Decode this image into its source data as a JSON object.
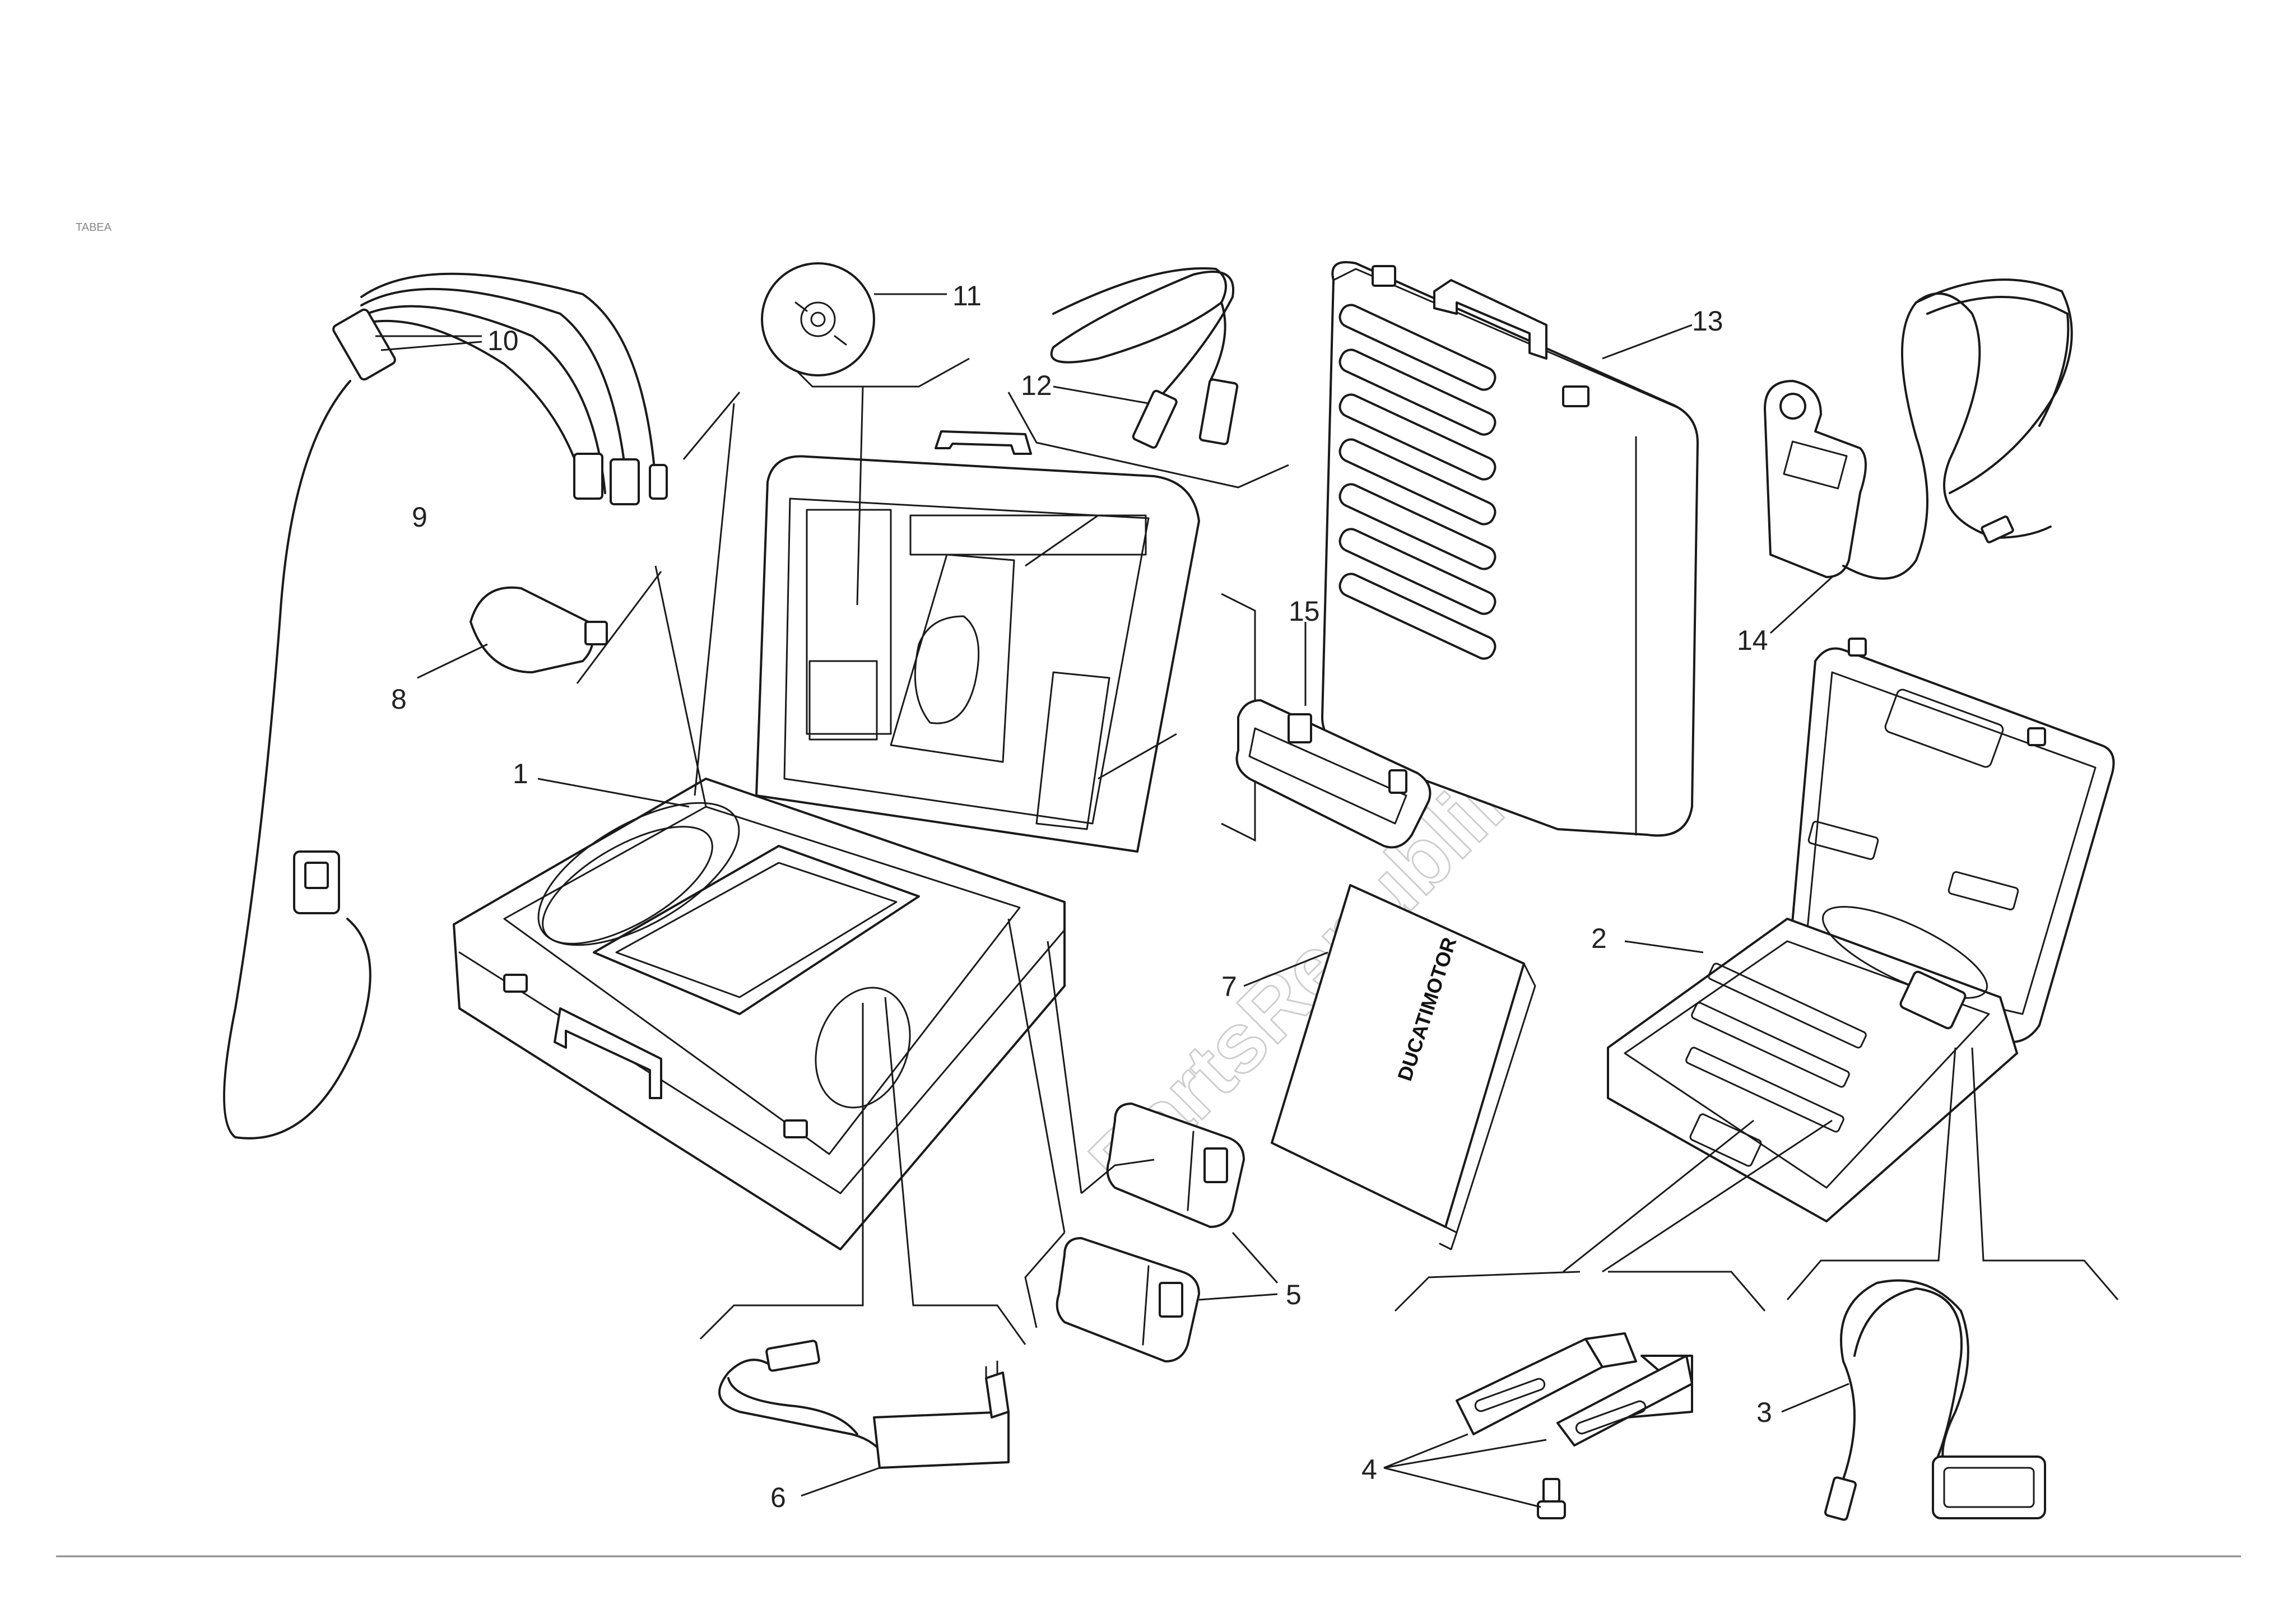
{
  "corner_label": "TABEA",
  "watermark": "PartsRepublik",
  "manual_cover_text": "DUCATIMOTOR",
  "callouts": [
    "1",
    "2",
    "3",
    "4",
    "5",
    "6",
    "7",
    "8",
    "9",
    "10",
    "11",
    "12",
    "13",
    "14",
    "15"
  ],
  "parts": [
    {
      "ref": "1",
      "item": "diagnostic-kit-case"
    },
    {
      "ref": "2",
      "item": "secondary-case"
    },
    {
      "ref": "3",
      "item": "cable-with-interface"
    },
    {
      "ref": "4",
      "item": "brackets-and-screw"
    },
    {
      "ref": "5",
      "item": "battery-packs"
    },
    {
      "ref": "6",
      "item": "power-supply"
    },
    {
      "ref": "7",
      "item": "manual"
    },
    {
      "ref": "8",
      "item": "usb-adapter"
    },
    {
      "ref": "9",
      "item": "diagnostic-cable"
    },
    {
      "ref": "10",
      "item": "cable-connector"
    },
    {
      "ref": "11",
      "item": "cd-rom"
    },
    {
      "ref": "12",
      "item": "usb-cable"
    },
    {
      "ref": "13",
      "item": "closed-case"
    },
    {
      "ref": "14",
      "item": "clamp-meter"
    },
    {
      "ref": "15",
      "item": "tray"
    }
  ]
}
